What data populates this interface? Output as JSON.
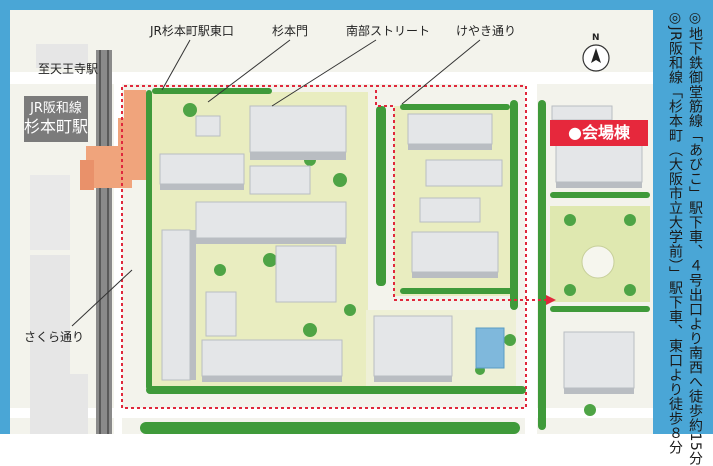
{
  "labels": {
    "jr_east_exit": "JR杉本町駅東口",
    "sugimoto_gate": "杉本門",
    "nanbu_street": "南部ストリート",
    "keyaki_dori": "けやき通り",
    "to_tennoji": "至天王寺駅",
    "sakura_dori": "さくら通り",
    "north_letter": "N"
  },
  "station": {
    "line1": "JR阪和線",
    "line2": "杉本町駅"
  },
  "venue": {
    "label": "●会場棟"
  },
  "access": {
    "line1": "◎JR阪和線「杉本町（大阪市立大学前）」駅下車、東口より徒歩８分",
    "line2": "◎地下鉄御堂筋線「あびこ」駅下車、４号出口より南西へ徒歩約15分"
  },
  "colors": {
    "frame": "#4aa6d6",
    "ground": "#f3f3ec",
    "lawn": "#e9edc0",
    "tree": "#3f9a3a",
    "building": "#e4e6e8",
    "building_side": "#b9bdc2",
    "station_building": "#f0a47c",
    "route": "#e0283c",
    "venue": "#e6283c"
  }
}
